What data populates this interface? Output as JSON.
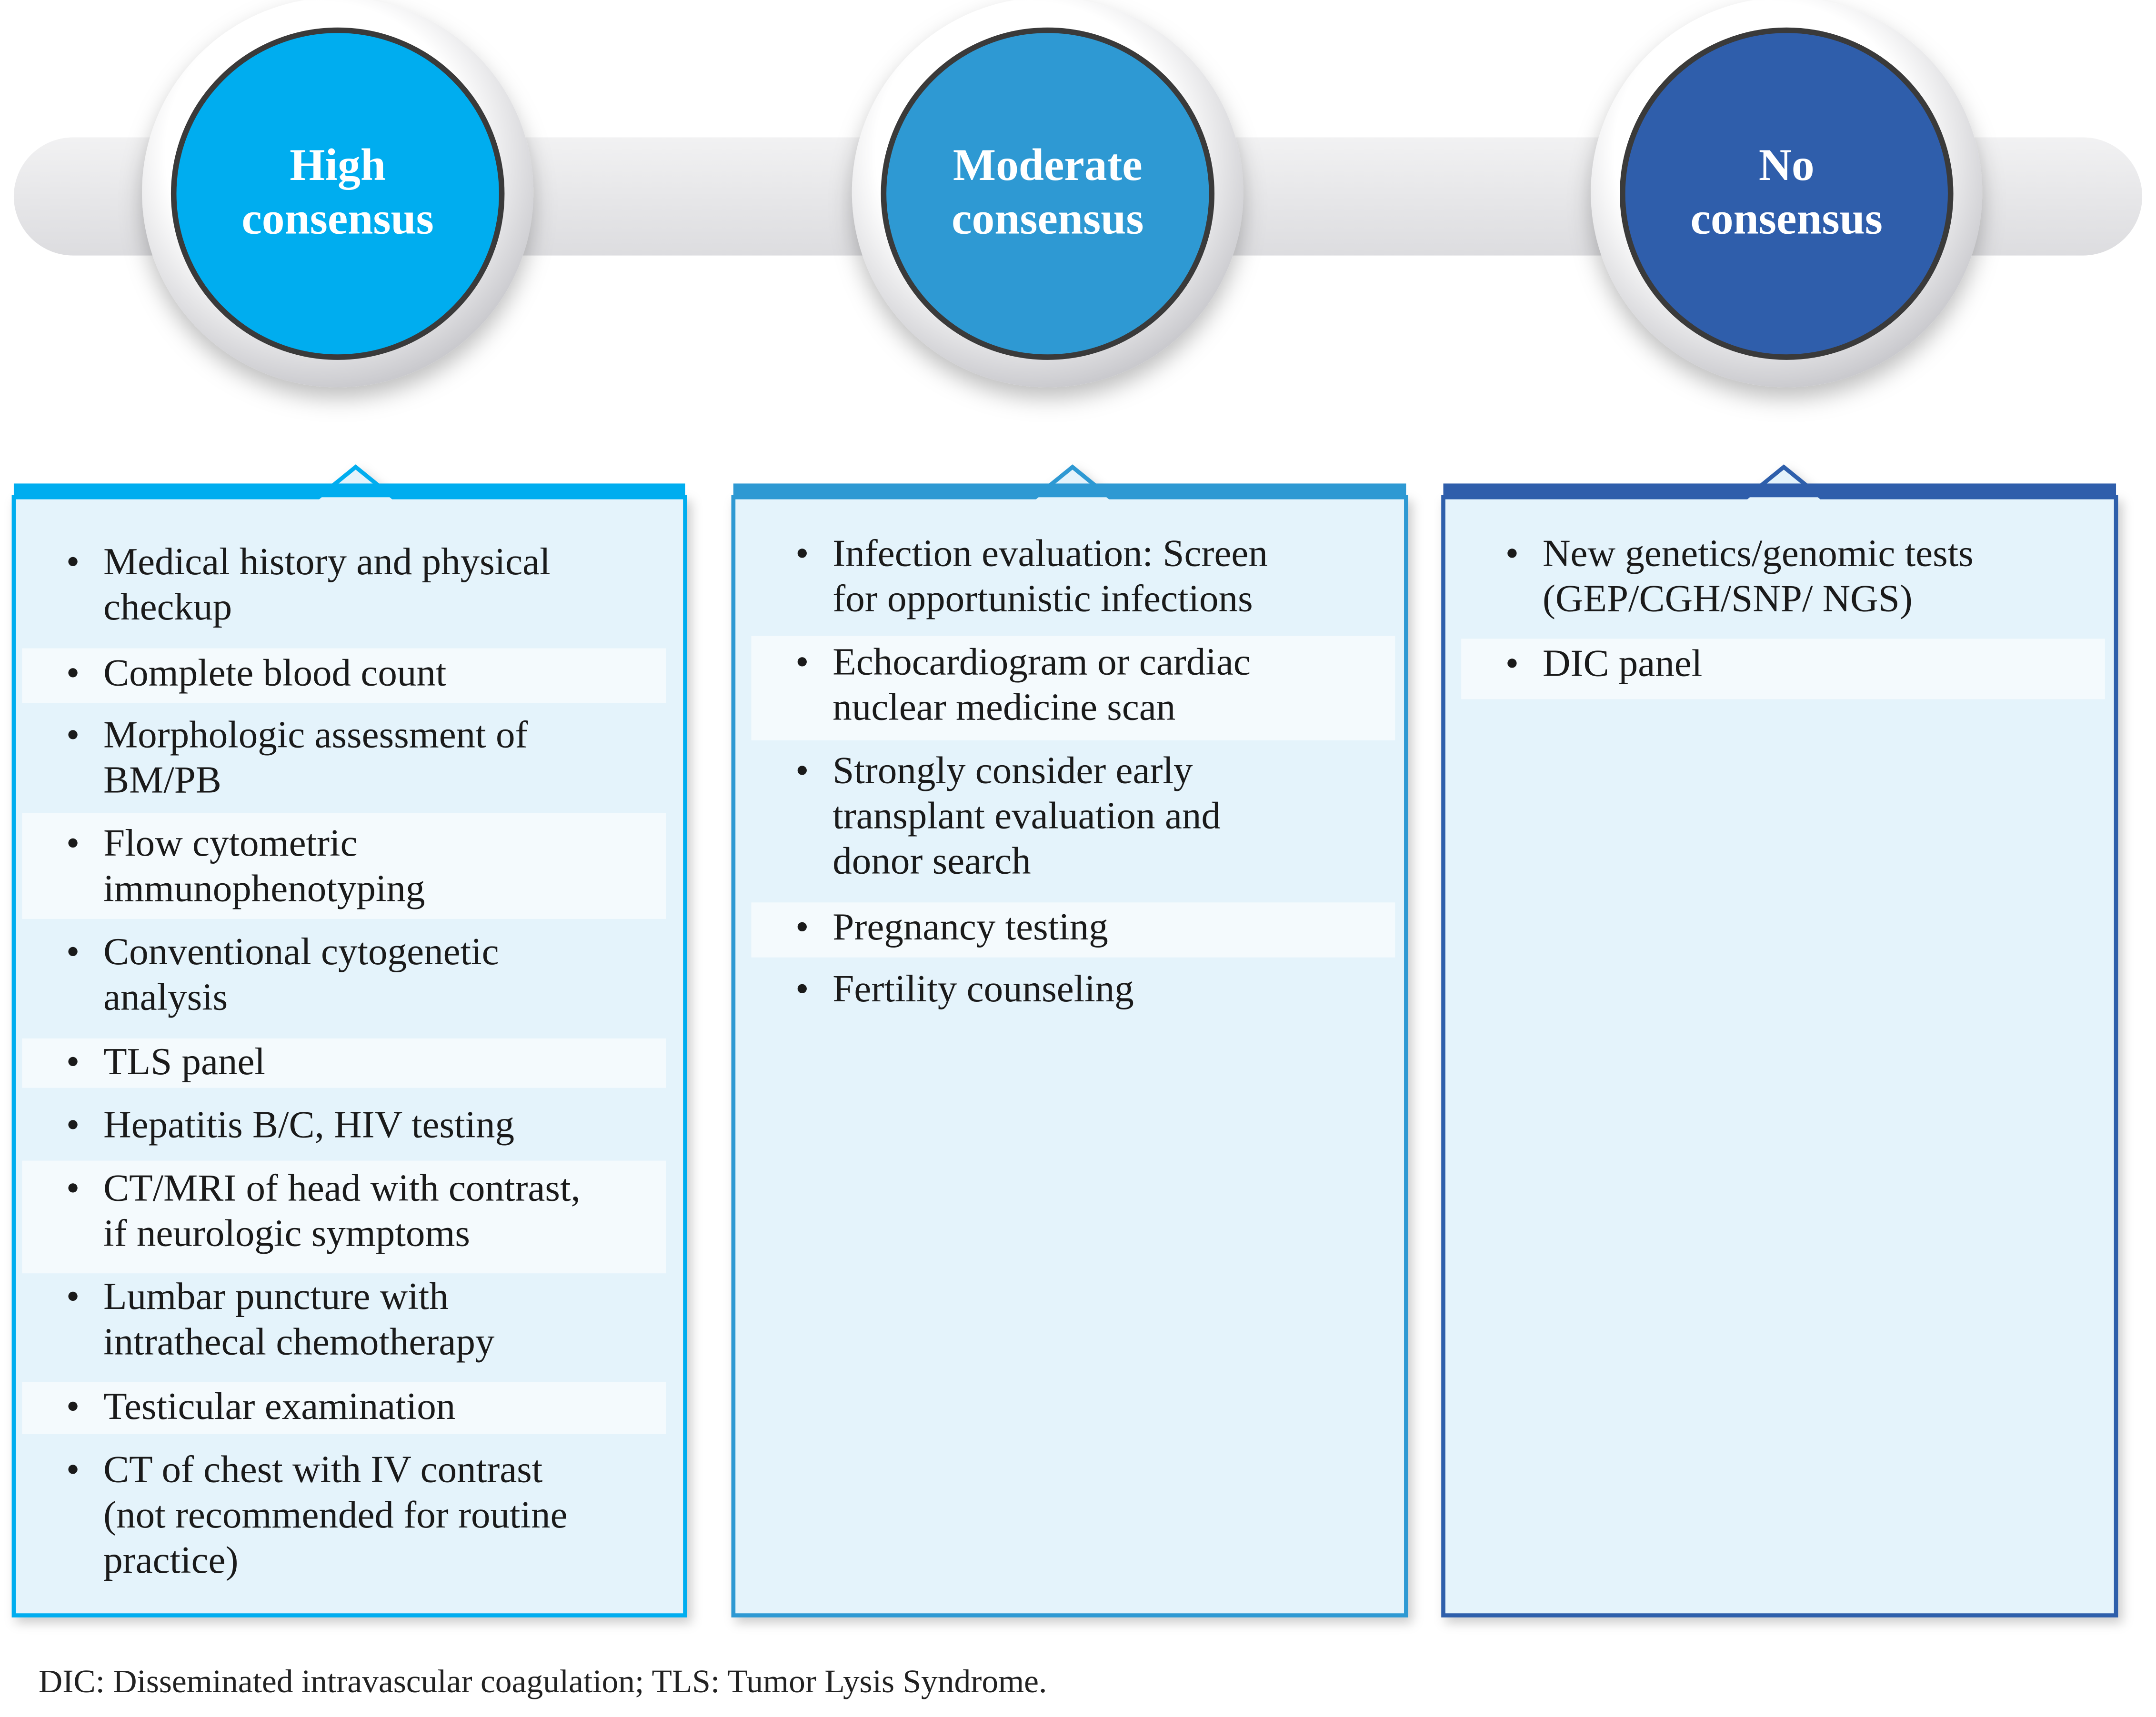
{
  "columns": [
    {
      "header": [
        "High",
        "consensus"
      ],
      "color": "#00adef",
      "items": [
        {
          "text": "Medical history and physical\ncheckup"
        },
        {
          "text": "Complete blood count"
        },
        {
          "text": "Morphologic assessment of\nBM/PB"
        },
        {
          "text": "Flow cytometric\nimmunophenotyping"
        },
        {
          "text": "Conventional cytogenetic\nanalysis"
        },
        {
          "text": "TLS panel"
        },
        {
          "text": "Hepatitis B/C, HIV testing"
        },
        {
          "text": "CT/MRI of head with contrast,\nif neurologic symptoms"
        },
        {
          "text": "Lumbar puncture with\nintrathecal chemotherapy"
        },
        {
          "text": "Testicular examination"
        },
        {
          "text": "CT of chest with IV contrast\n(not recommended for routine\npractice)"
        }
      ]
    },
    {
      "header": [
        "Moderate",
        "consensus"
      ],
      "color": "#2e99d3",
      "items": [
        {
          "text": "Infection evaluation: Screen\nfor opportunistic infections"
        },
        {
          "text": "Echocardiogram or cardiac\nnuclear medicine scan"
        },
        {
          "text": "Strongly consider early\ntransplant evaluation and\ndonor search"
        },
        {
          "text": "Pregnancy testing"
        },
        {
          "text": "Fertility counseling"
        }
      ]
    },
    {
      "header": [
        "No",
        "consensus"
      ],
      "color": "#2f5eab",
      "items": [
        {
          "text": "New genetics/genomic tests\n(GEP/CGH/SNP/ NGS)"
        },
        {
          "text": "DIC panel"
        }
      ]
    }
  ],
  "footnote": "DIC: Disseminated intravascular coagulation; TLS: Tumor Lysis Syndrome.",
  "colors": {
    "panel_fill": "#e4f3fb",
    "alt_row": "#f4fafd",
    "track": "#e2e2e4",
    "ring": "#d9d9dc"
  }
}
